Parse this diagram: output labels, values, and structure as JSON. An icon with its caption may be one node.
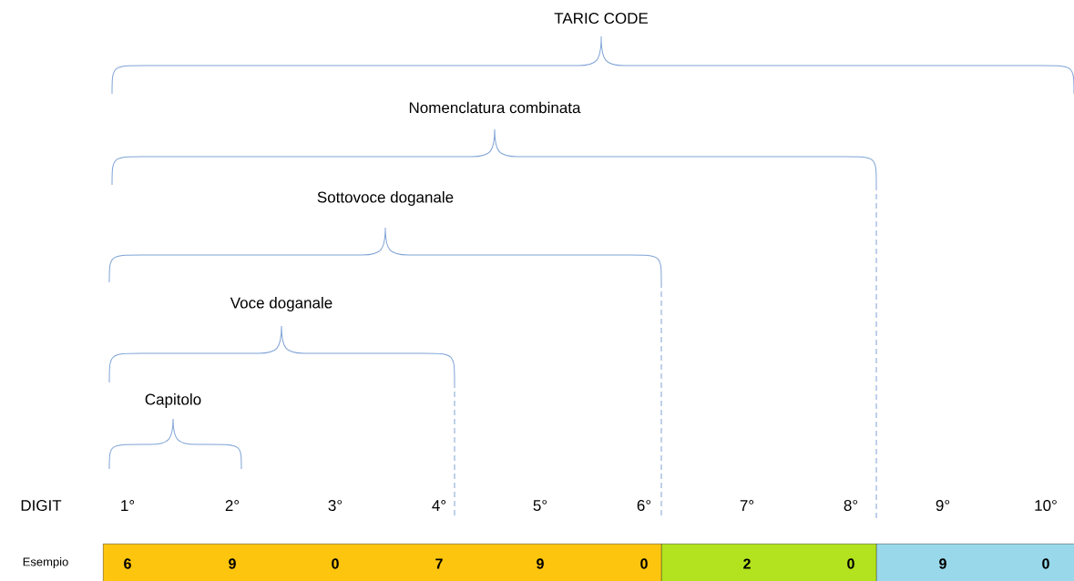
{
  "diagram": {
    "nodes": [
      {
        "text": [
          "6",
          "9",
          "0",
          "7",
          "9",
          "0"
        ]
      },
      {
        "text": [
          "2",
          "0"
        ]
      },
      {
        "text": [
          "9",
          "0"
        ]
      }
    ],
    "labels": [
      "TARIC CODE",
      "Nomenclatura combinata",
      "Sottovoce doganale",
      "Voce doganale",
      "Capitolo",
      "DIGIT",
      "1°",
      "2°",
      "3°",
      "4°",
      "5°",
      "6°",
      "7°",
      "8°",
      "9°",
      "10°",
      "Esempio"
    ]
  }
}
